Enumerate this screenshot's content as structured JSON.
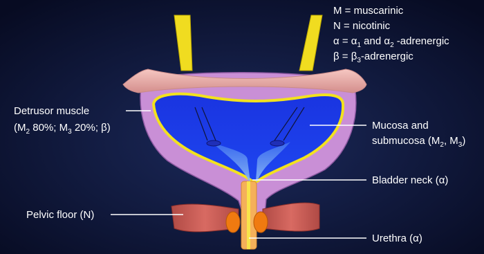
{
  "legend": {
    "line1": "M = muscarinic",
    "line2": "N = nicotinic",
    "line3": {
      "a": "α = α",
      "s1": "1",
      "b": " and α",
      "s2": "2",
      "c": " -adrenergic"
    },
    "line4": {
      "a": "β = β",
      "s1": "3",
      "b": "-adrenergic"
    }
  },
  "labels": {
    "detrusor": {
      "line1": "Detrusor muscle",
      "line2": {
        "a": "(M",
        "s1": "2",
        "b": " 80%; M",
        "s2": "3",
        "c": " 20%; β)"
      }
    },
    "mucosa": {
      "line1": "Mucosa and",
      "line2": {
        "a": "submucosa (M",
        "s1": "2",
        "b": ", M",
        "s2": "3",
        "c": ")"
      }
    },
    "bladder_neck": "Bladder neck (α)",
    "pelvic_floor": "Pelvic floor (N)",
    "urethra": "Urethra (α)"
  },
  "colors": {
    "background": "#0b1230",
    "detrusor": "#c98fd6",
    "lumen": "#1a3ce6",
    "serosa": "#eab0ad",
    "ureter": "#f0dc20",
    "urethra": "#f5b05a",
    "pelvic_floor": "#c24a45",
    "sphincter": "#f07a10"
  }
}
